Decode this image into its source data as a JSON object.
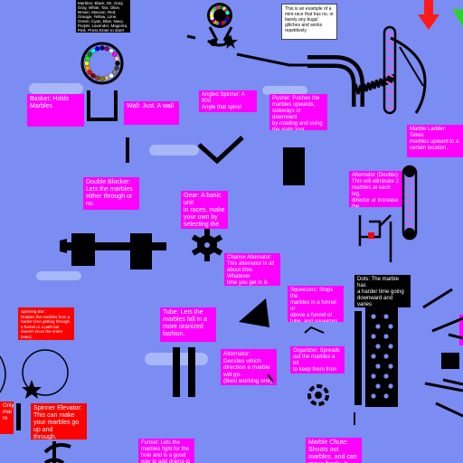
{
  "legend_colors": "Marbles: Black, Dk. Gray,\nGray, White, Tan, Olive,\nBrown, Maroon, Red,\nOrange, Yellow, Lime,\nGreen, Cyan, Blue, Navy,\nPurple, Lavender, Magenta,\nPink. Press Enter to start!",
  "intro_note": "This is an example of a mini-race that has no, or barely any bugs/\nglitches and works repetitively",
  "labels": {
    "basket": "Basket: Holds\nMarbles",
    "wall": "Wall: Just. A wall",
    "angled_spinner": "Angled Spinner: A 90d\nAngle that spins!",
    "pusher": "Pusher: Pushes the\nmarbles upwards,\nsideways or downward\nby rotating and using\nthe static tool.",
    "marble_ladder": "Marble Ladder: Takes\nmarbles upward to a\ncertain location.",
    "double_blocker": "Double Blocker:\nLets the marbles\neither through or\nno.",
    "gear": "Gear: A basic unit\nin races, make\nyour own by\nselecting the gear\nicon.",
    "alternator_double": "Alternator (Double):\nThis will eliminate 2\nmarbles at each leg,\ndirector or increase the\nrate using the scale\ntool.",
    "chance_alternator": "Chance Alternator:\nThis alternator is all\nabout time. Whatever\ntime you get in is\nwhat way you'll go.",
    "dots": "Dots: The marble has\na harder time going\ndownward and varies\nlocation where the\nmarbles fall.",
    "spinning_bar": "Spinning Bar:\nRotates the marbles from a\nharder time getting through\na funnel or a path but\ndoesn't know the entire board,\nbut this is nice indeed!",
    "tube": "Tube: Lets the\nmarbles fall in a\nmore oranized\nfashion.",
    "squeezers": "Squeezers: Stops the\nmarbles in a funnel or\nabove a funnel of\ntube, and squeezes\nthem into the tube.",
    "alternator": "Alternator:\nDecides which\ndirection a marble\nwill go.\n(Best working one)",
    "organizer": "Organizer: Spreads\nout the marbles a bit\nto keep them from\ngetting cluttered.",
    "only": "Only\nmar\nre",
    "spinner_elevator": "Spinner Elevator:\nThis can make\nyour marbles go up and\nthrough.",
    "funnel": "Funnel: Lets the\nmarbles fight for the\nhole and is a good\nway to add drama to",
    "marble_chute": "Marble Chute:\nShoots out\nmarbles, and can\nmove freely. It"
  },
  "marble_colors": [
    "#000000",
    "#404040",
    "#808080",
    "#ffffff",
    "#d2b48c",
    "#808000",
    "#8b4513",
    "#800000",
    "#ff0000",
    "#ffa500",
    "#ffff00",
    "#00ff00",
    "#008000",
    "#00ffff",
    "#0000ff",
    "#000080",
    "#800080",
    "#e6e6fa",
    "#ff00ff",
    "#ffc0cb"
  ],
  "arrow_colors": {
    "down": "#ff1a1a",
    "right": "#33cc33"
  },
  "ladder_color": "#e060e0"
}
